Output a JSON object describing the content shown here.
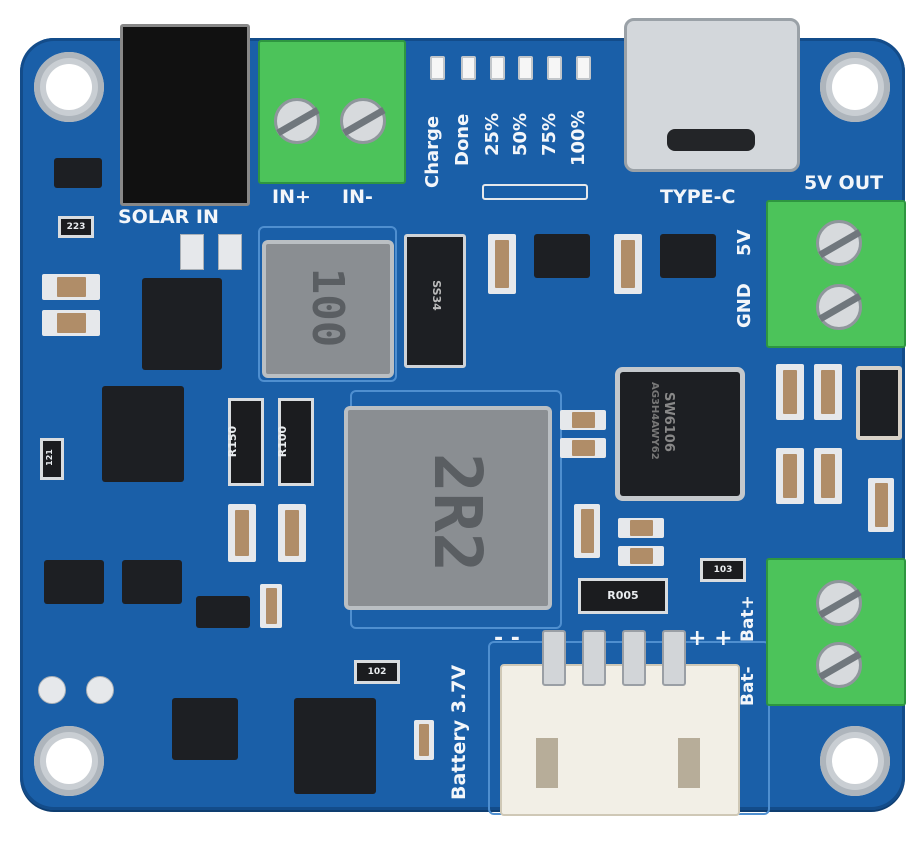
{
  "silkscreen": {
    "solar_in": "SOLAR IN",
    "in_plus": "IN+",
    "in_minus": "IN-",
    "charge": "Charge",
    "done": "Done",
    "p25": "25%",
    "p50": "50%",
    "p75": "75%",
    "p100": "100%",
    "type_c": "TYPE-C",
    "five_v_out": "5V OUT",
    "five_v": "5V",
    "gnd": "GND",
    "battery": "Battery 3.7V",
    "bat_minus": "Bat-",
    "bat_plus": "Bat+",
    "plus_plus": "+ +",
    "minus_minus": "- -"
  },
  "markings": {
    "inductor_small": "100",
    "inductor_large": "2R2",
    "diode": "SS34",
    "r150": "R150",
    "r100": "R100",
    "r005": "R005",
    "r223": "223",
    "r103": "103",
    "r102": "102",
    "r121": "121",
    "mcu_top": "SW6106",
    "mcu_bottom": "AG3H4AWY62"
  },
  "colors": {
    "pcb": "#1a5fa8",
    "terminal": "#4cc35a",
    "silkscreen": "#f3f6fa"
  }
}
